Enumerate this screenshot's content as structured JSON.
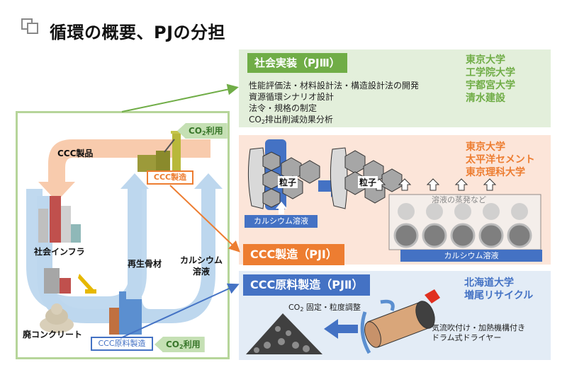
{
  "title": "循環の概要、PJの分担",
  "title_icon": "overlapping-squares-icon",
  "cycle": {
    "product_label": "CCC製品",
    "co2_top": {
      "prefix": "CO",
      "sub": "2",
      "suffix": "利用"
    },
    "manufacture_label": "CCC製造",
    "infra_label": "社会インフラ",
    "waste_label": "廃コンクリート",
    "recycled_aggregate_label": "再生骨材",
    "calcium_solution_label_line1": "カルシウム",
    "calcium_solution_label_line2": "溶液",
    "raw_material_label": "CCC原料製造",
    "co2_bottom": {
      "prefix": "CO",
      "sub": "2",
      "suffix": "利用"
    }
  },
  "panel3": {
    "title": "社会実装（PJⅢ）",
    "items": [
      "性能評価法・材料設計法・構造設計法の開発",
      "資源循環シナリオ設計",
      "法令・規格の制定"
    ],
    "item4": {
      "prefix": "CO",
      "sub": "2",
      "suffix": "排出削減効果分析"
    },
    "orgs": [
      "東京大学",
      "工学院大学",
      "宇都宮大学",
      "清水建設"
    ],
    "color": "#70ad47"
  },
  "panel1": {
    "title": "CCC製造（PJⅠ）",
    "particle_label_1": "粒子",
    "particle_label_2": "粒子",
    "calcium_bar_small": "カルシウム溶液",
    "evaporation_label": "溶液の蒸発など",
    "calcium_bar_large": "カルシウム溶液",
    "orgs": [
      "東京大学",
      "太平洋セメント",
      "東京理科大学"
    ],
    "color": "#ed7d31"
  },
  "panel2": {
    "title": "CCC原料製造（PJⅡ）",
    "process": {
      "prefix": "CO",
      "sub": "2",
      "suffix": " 固定・粒度調整"
    },
    "dryer_line1": "気流吹付け・加熱機構付き",
    "dryer_line2": "ドラム式ドライヤー",
    "orgs": [
      "北海道大学",
      "増尾リサイクル"
    ],
    "color": "#4472c4"
  }
}
